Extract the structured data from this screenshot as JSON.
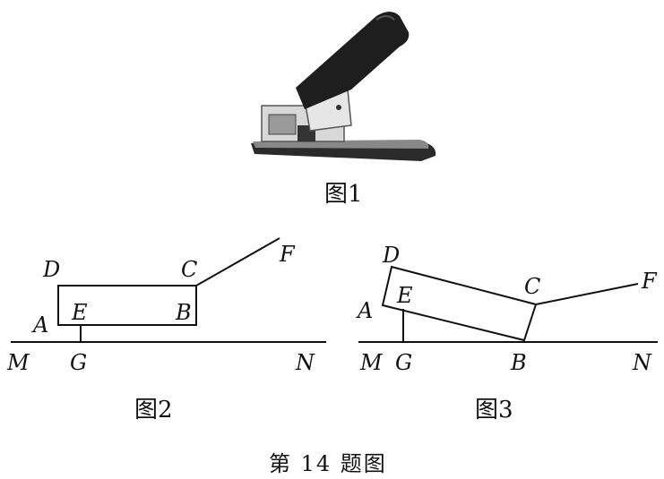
{
  "figure1": {
    "caption": "图1",
    "icon": "stapler-icon"
  },
  "figure2": {
    "caption": "图2",
    "labels": {
      "D": "D",
      "C": "C",
      "F": "F",
      "A": "A",
      "E": "E",
      "B": "B",
      "M": "M",
      "G": "G",
      "N": "N"
    }
  },
  "figure3": {
    "caption": "图3",
    "labels": {
      "D": "D",
      "C": "C",
      "F": "F",
      "A": "A",
      "E": "E",
      "M": "M",
      "G": "G",
      "B": "B",
      "N": "N"
    }
  },
  "title": "第 14 题图"
}
